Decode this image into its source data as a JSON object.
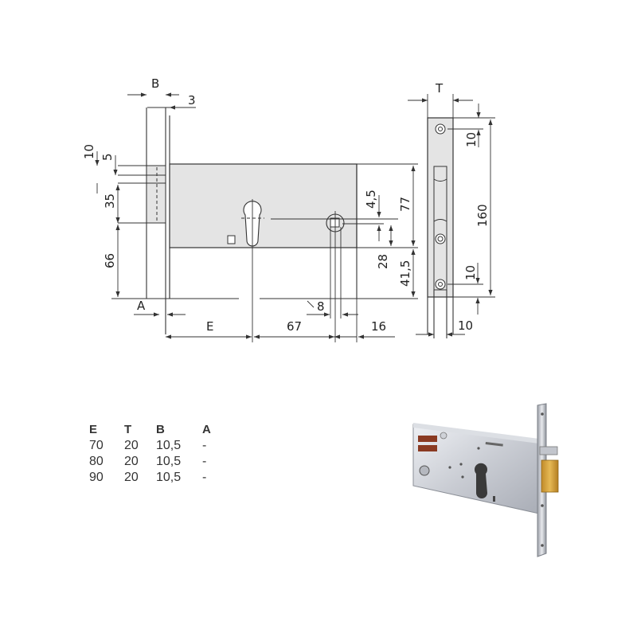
{
  "drawing": {
    "labels": {
      "B": "B",
      "three": "3",
      "ten_top": "10",
      "five": "5",
      "thirtyfive": "35",
      "sixtysix": "66",
      "A": "A",
      "E": "E",
      "sixtyseven": "67",
      "sixteen": "16",
      "diam8": "8",
      "four5": "4,5",
      "seventyseven": "77",
      "twentyeight": "28",
      "fortyone5": "41,5",
      "T": "T",
      "ten_faceplate_top": "10",
      "onesixty": "160",
      "ten_faceplate_bottom": "10",
      "ten_width": "10"
    }
  },
  "table": {
    "headers": [
      "E",
      "T",
      "B",
      "A"
    ],
    "rows": [
      [
        "70",
        "20",
        "10,5",
        "-"
      ],
      [
        "80",
        "20",
        "10,5",
        "-"
      ],
      [
        "90",
        "20",
        "10,5",
        "-"
      ]
    ]
  },
  "photo": {
    "subject": "mortise-lock-product-photo",
    "colors": {
      "steel": "#c9ccd3",
      "brass": "#d9a640",
      "brown": "#8a3a22"
    }
  }
}
